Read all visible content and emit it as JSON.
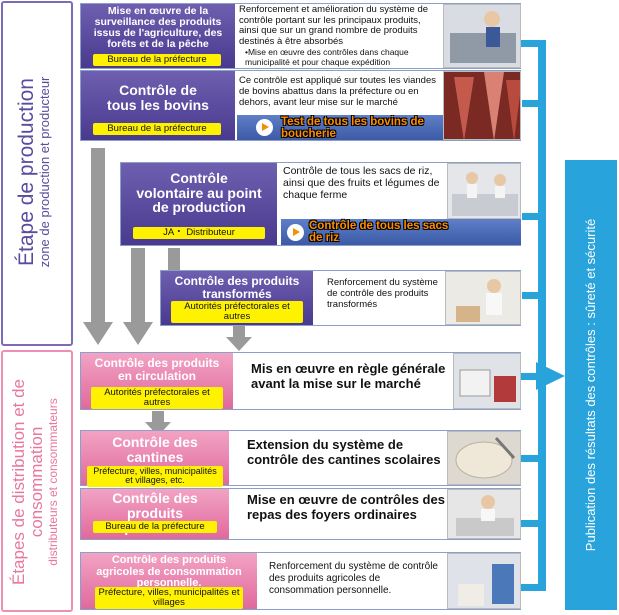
{
  "stage_production": {
    "title": "Étape de production",
    "subtitle": "zone de production et producteur"
  },
  "stage_distribution": {
    "title": "Étapes de distribution et de consommation",
    "subtitle": "distributeurs et consommateurs"
  },
  "publication": "Publication des résultats des contrôles : sûreté et sécurité",
  "rows": {
    "surveillance": {
      "title": "Mise en œuvre de la surveillance des produits issus de l'agriculture, des forêts et de la pêche",
      "tag": "Bureau de la préfecture",
      "desc": "Renforcement et amélioration du système de contrôle portant sur les principaux produits, ainsi que sur un grand nombre de produits destinés à être absorbés",
      "bullet": "•Mise en œuvre des contrôles dans chaque municipalité et pour chaque expédition"
    },
    "bovins": {
      "title": "Contrôle de tous les bovins",
      "tag": "Bureau de la préfecture",
      "desc": "Ce contrôle est appliqué sur toutes les viandes de bovins abattus dans la préfecture ou en dehors, avant leur mise sur le marché",
      "banner": "Test de tous les bovins de boucherie"
    },
    "volontaire": {
      "title": "Contrôle volontaire au point de production",
      "tag": "JA・ Distributeur",
      "desc": "Contrôle de tous les sacs de riz, ainsi que des fruits et légumes de chaque ferme",
      "banner": "Contrôle de tous les sacs de riz"
    },
    "transformes": {
      "title": "Contrôle des produits transformés",
      "tag": "Autorités préfectorales et autres",
      "desc": "Renforcement du système de contrôle des produits transformés"
    },
    "circulation": {
      "title": "Contrôle des produits en circulation",
      "tag": "Autorités préfectorales et autres",
      "desc": "Mis en œuvre en règle générale avant la mise sur le marché"
    },
    "cantines": {
      "title": "Contrôle des cantines scolaires",
      "tag": "Préfecture, villes, municipalités et villages, etc.",
      "desc": "Extension du système de contrôle des cantines scolaires"
    },
    "quotidiens": {
      "title": "Contrôle des produits quotidiens",
      "tag": "Bureau de la préfecture",
      "desc": "Mise en œuvre de contrôles des repas des foyers ordinaires"
    },
    "personnelle": {
      "title": "Contrôle des produits agricoles de consommation personnelle.",
      "tag": "Préfecture, villes, municipalités et villages",
      "desc": "Renforcement du système de contrôle des produits agricoles de consommation personnelle."
    }
  },
  "colors": {
    "purple": "#5b4b9f",
    "pink": "#e8779f",
    "blue": "#29a3dc",
    "arrow": "#9a9a9a",
    "tag": "#fff200"
  }
}
